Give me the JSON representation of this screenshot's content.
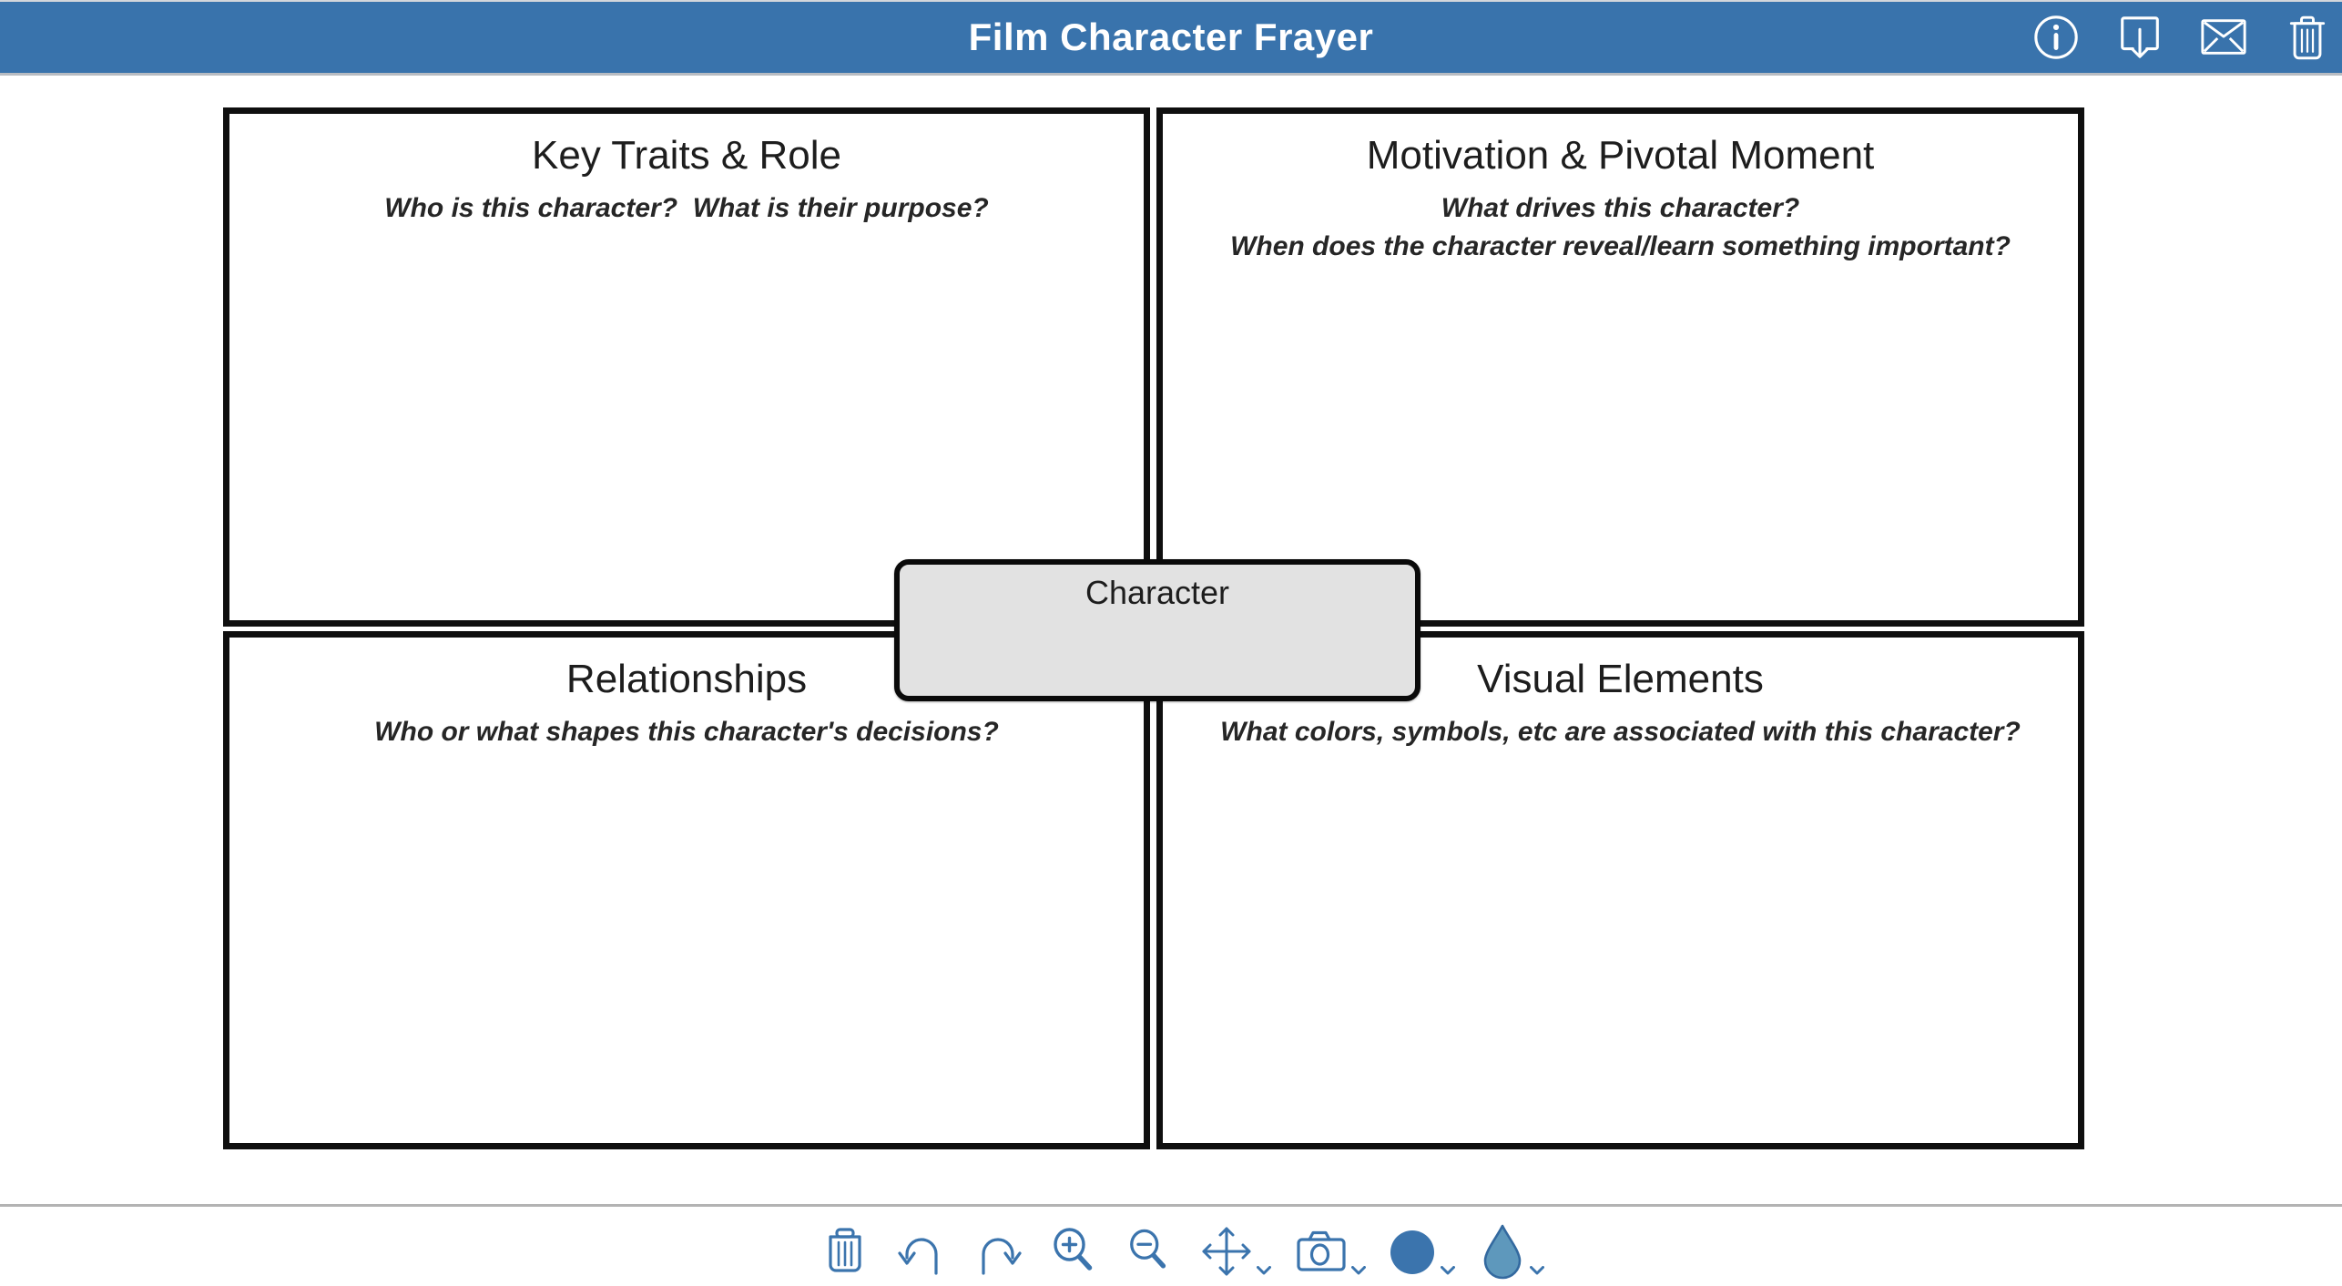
{
  "header": {
    "title": "Film Character Frayer",
    "buttons": [
      {
        "name": "info",
        "icon": "info-icon"
      },
      {
        "name": "download",
        "icon": "download-icon"
      },
      {
        "name": "email",
        "icon": "envelope-icon"
      },
      {
        "name": "delete-board",
        "icon": "trash-icon"
      }
    ]
  },
  "quadrants": [
    {
      "title": "Key Traits & Role",
      "subtitle_lines": [
        "Who is this character?  What is their purpose?"
      ]
    },
    {
      "title": "Motivation & Pivotal Moment",
      "subtitle_lines": [
        "What drives this character?",
        "When does the character reveal/learn something important?"
      ]
    },
    {
      "title": "Relationships",
      "subtitle_lines": [
        "Who or what shapes this character's decisions?"
      ]
    },
    {
      "title": "Visual Elements",
      "subtitle_lines": [
        "What colors, symbols, etc are associated with this character?"
      ]
    }
  ],
  "center_node": {
    "label": "Character"
  },
  "toolbar": {
    "buttons": [
      {
        "name": "clear",
        "icon": "trash-icon",
        "has_menu": false
      },
      {
        "name": "undo",
        "icon": "undo-arrow-icon",
        "has_menu": false
      },
      {
        "name": "redo",
        "icon": "redo-arrow-icon",
        "has_menu": false
      },
      {
        "name": "zoom-in",
        "icon": "magnifier-plus-icon",
        "has_menu": false
      },
      {
        "name": "zoom-out",
        "icon": "magnifier-minus-icon",
        "has_menu": false
      },
      {
        "name": "pan",
        "icon": "move-arrows-icon",
        "has_menu": true
      },
      {
        "name": "snapshot",
        "icon": "camera-icon",
        "has_menu": true
      },
      {
        "name": "stroke-color",
        "icon": "filled-circle-swatch-icon",
        "has_menu": true
      },
      {
        "name": "fill-color",
        "icon": "droplet-icon",
        "has_menu": true
      }
    ]
  },
  "colors": {
    "header_blue": "#3973ac",
    "icon_blue": "#3b74ad",
    "droplet_fill": "#5e98bc",
    "droplet_stroke": "#33699f",
    "box_border": "#0f0f0f",
    "center_fill": "#e2e2e2",
    "separator_gray": "#b3b3b3",
    "text_dark": "#1d1d1d"
  }
}
